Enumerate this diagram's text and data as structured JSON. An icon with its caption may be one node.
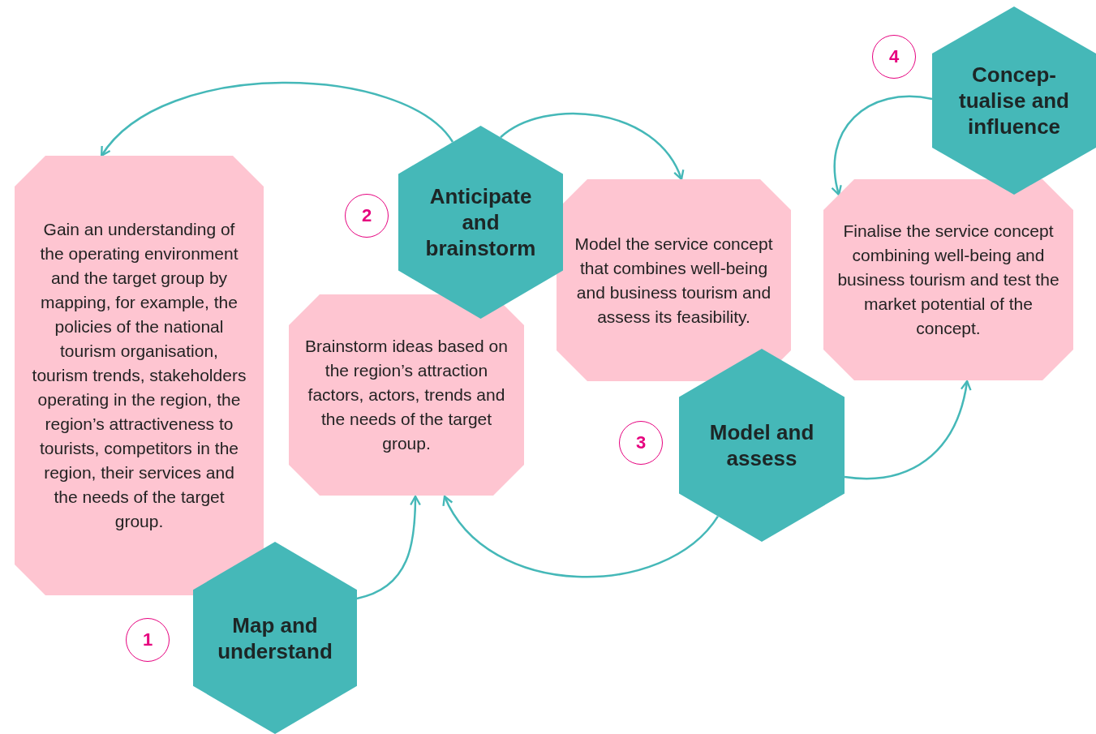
{
  "diagram": {
    "nodes": [
      {
        "text": [
          "Gain an understanding of the operating environment and the target group by mapping, for example, the policies of the national tourism organisation, tourism trends, stakeholders operating in the region, the region’s attractiveness to tourists, competitors in the region, their services and the needs of the target group."
        ]
      },
      {
        "text": [
          "Map and understand"
        ]
      },
      {
        "text": [
          "1"
        ]
      },
      {
        "text": [
          "Anticipate and brainstorm"
        ]
      },
      {
        "text": [
          "2"
        ]
      },
      {
        "text": [
          "Brainstorm ideas based on the region’s attraction factors, actors, trends and the needs of the target group."
        ]
      },
      {
        "text": [
          "Model the service concept that combines well-being and business tourism and assess its feasibility."
        ]
      },
      {
        "text": [
          "Model and assess"
        ]
      },
      {
        "text": [
          "3"
        ]
      },
      {
        "text": [
          "Finalise the service concept combining well-being and business tourism and test the market potential of the concept."
        ]
      },
      {
        "text": [
          "Concep- tualise and influence"
        ]
      },
      {
        "text": [
          "4"
        ]
      }
    ],
    "edges": [
      {
        "from": 1,
        "to": 5,
        "arrow": "to"
      },
      {
        "from": 3,
        "to": 0,
        "arrow": "to"
      },
      {
        "from": 3,
        "to": 6,
        "arrow": "to"
      },
      {
        "from": 7,
        "to": 5,
        "arrow": "to"
      },
      {
        "from": 7,
        "to": 9,
        "arrow": "to"
      },
      {
        "from": 10,
        "to": 9,
        "arrow": "to"
      }
    ]
  }
}
